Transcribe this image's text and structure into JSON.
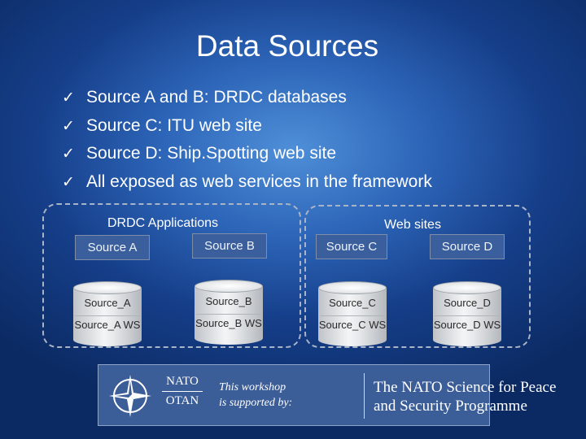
{
  "title": "Data Sources",
  "bullets": [
    "Source A and B: DRDC databases",
    "Source C: ITU web site",
    "Source D: Ship.Spotting web site",
    "All exposed as web services in the framework"
  ],
  "groups": {
    "left_label": "DRDC Applications",
    "right_label": "Web sites"
  },
  "sources": [
    {
      "box": "Source A",
      "db": "Source_A",
      "ws": "Source_A WS"
    },
    {
      "box": "Source B",
      "db": "Source_B",
      "ws": "Source_B WS"
    },
    {
      "box": "Source C",
      "db": "Source_C",
      "ws": "Source_C WS"
    },
    {
      "box": "Source D",
      "db": "Source_D",
      "ws": "Source_D WS"
    }
  ],
  "banner": {
    "nato_line1": "NATO",
    "nato_line2": "OTAN",
    "workshop_line1": "This workshop",
    "workshop_line2": "is supported by:",
    "programme_line1": "The NATO Science for Peace",
    "programme_line2": "and Security Programme"
  },
  "colors": {
    "background": "#2d65b8",
    "source_box": "#3a5f9c",
    "banner": "#3b5d98"
  }
}
